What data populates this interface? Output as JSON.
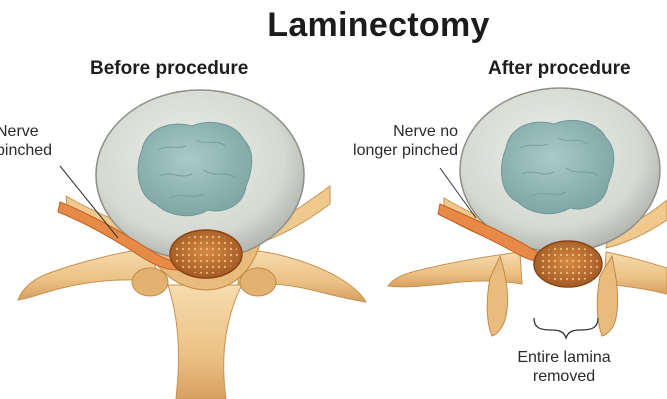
{
  "title": "Laminectomy",
  "panels": {
    "before": {
      "heading": "Before procedure",
      "annotation": "Nerve\npinched"
    },
    "after": {
      "heading": "After procedure",
      "annotation": "Nerve no\nlonger pinched",
      "bracket_label": "Entire lamina\nremoved"
    }
  },
  "colors": {
    "disc_outer": "#d6d8d2",
    "disc_nucleus": "#8fb6b4",
    "bone": "#efc98e",
    "bone_shadow": "#d19a55",
    "nerve": "#e27a3a",
    "spinal_cord": "#b9692c"
  }
}
